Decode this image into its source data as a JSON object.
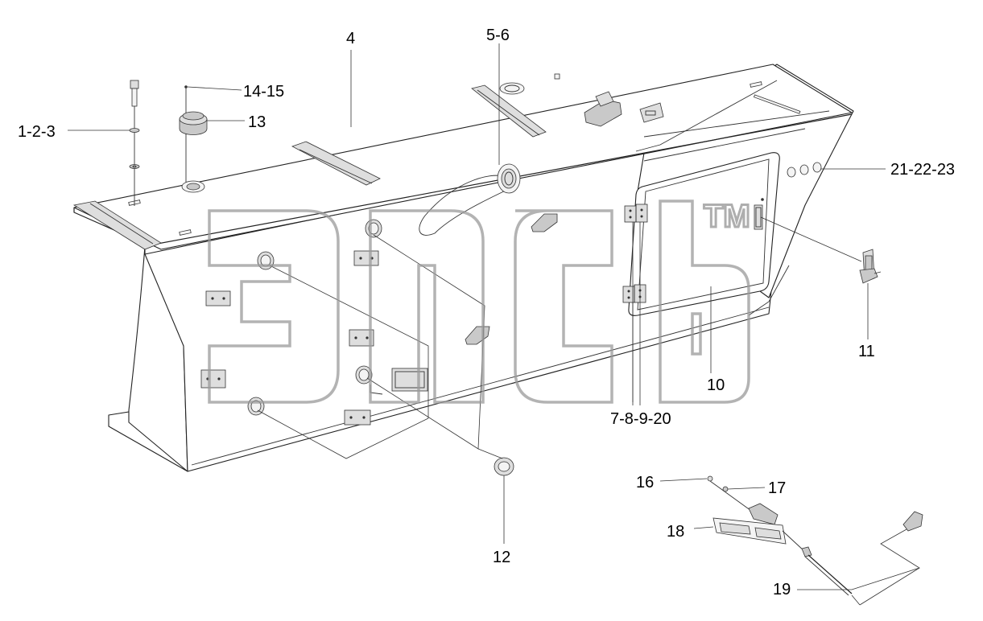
{
  "diagram": {
    "callouts": [
      {
        "id": "c1",
        "text": "1-2-3"
      },
      {
        "id": "c2",
        "text": "14-15"
      },
      {
        "id": "c3",
        "text": "13"
      },
      {
        "id": "c4",
        "text": "4"
      },
      {
        "id": "c5",
        "text": "5-6"
      },
      {
        "id": "c6",
        "text": "21-22-23"
      },
      {
        "id": "c7",
        "text": "11"
      },
      {
        "id": "c8",
        "text": "10"
      },
      {
        "id": "c9",
        "text": "7-8-9-20"
      },
      {
        "id": "c10",
        "text": "12"
      },
      {
        "id": "c11",
        "text": "16"
      },
      {
        "id": "c12",
        "text": "17"
      },
      {
        "id": "c13",
        "text": "18"
      },
      {
        "id": "c14",
        "text": "19"
      }
    ],
    "watermark": {
      "letters": "эпсь",
      "trademark": "TM"
    }
  }
}
